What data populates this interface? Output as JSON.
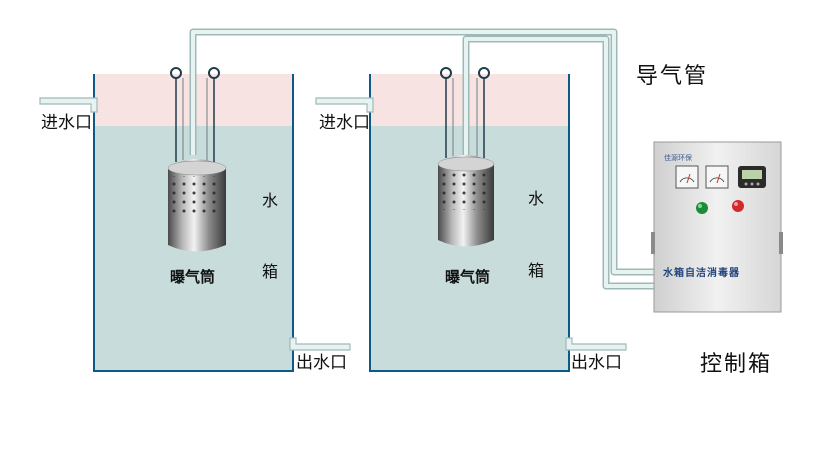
{
  "labels": {
    "inlet": "进水口",
    "outlet": "出水口",
    "aerator": "曝气筒",
    "tank_char1": "水",
    "tank_char2": "箱",
    "air_pipe": "导气管",
    "control_box": "控制箱",
    "panel_text": "水箱自洁消毒器",
    "panel_brand": "佳源环保"
  },
  "colors": {
    "water": "#c7dcdb",
    "air": "#f8e3e3",
    "tank_border": "#0c5a8a",
    "pipe_stroke": "#9fb9b9",
    "pipe_fill": "#e6f3f0",
    "cabinet": "#e6e6e6"
  },
  "icons": [
    "gauge-icon",
    "gauge-icon",
    "timer-icon",
    "start-button-icon",
    "stop-button-icon"
  ]
}
